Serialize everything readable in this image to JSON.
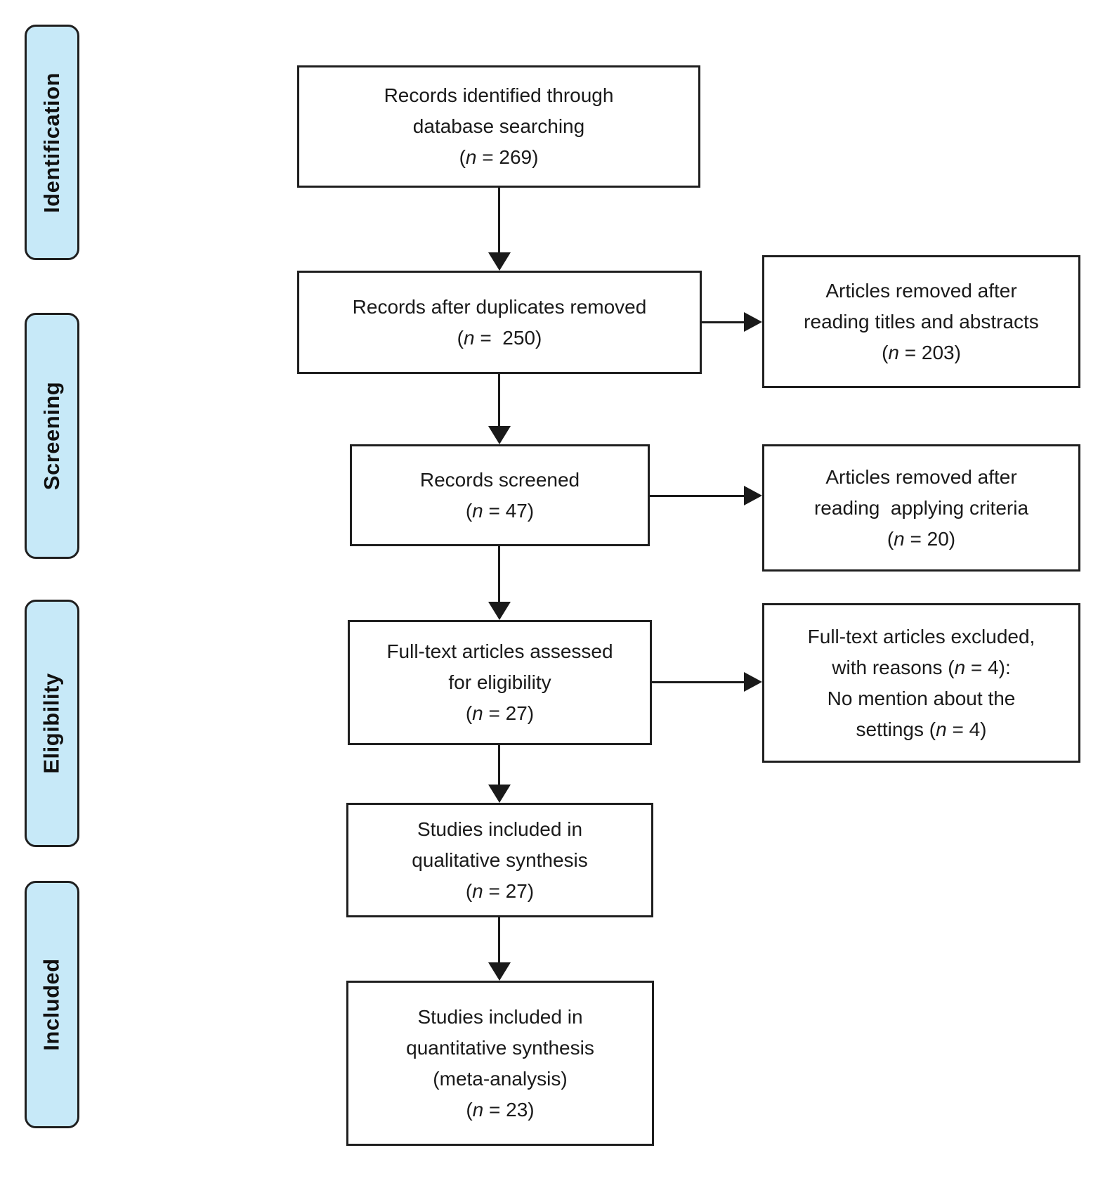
{
  "stages": [
    {
      "label": "Identification"
    },
    {
      "label": "Screening"
    },
    {
      "label": "Eligibility"
    },
    {
      "label": "Included"
    }
  ],
  "flow_boxes": [
    {
      "name": "records-identified",
      "lines": [
        {
          "pre": "Records identified through"
        },
        {
          "pre": "database searching"
        },
        {
          "pre": "(",
          "var": "n",
          "post": " = 269)"
        }
      ]
    },
    {
      "name": "records-after-duplicates",
      "lines": [
        {
          "pre": "Records after duplicates removed"
        },
        {
          "pre": "(",
          "var": "n",
          "post": " =  250)"
        }
      ]
    },
    {
      "name": "records-screened",
      "lines": [
        {
          "pre": "Records screened"
        },
        {
          "pre": "(",
          "var": "n",
          "post": " = 47)"
        }
      ]
    },
    {
      "name": "full-text-assessed",
      "lines": [
        {
          "pre": "Full-text articles assessed"
        },
        {
          "pre": "for eligibility"
        },
        {
          "pre": "(",
          "var": "n",
          "post": " = 27)"
        }
      ]
    },
    {
      "name": "qualitative-synthesis",
      "lines": [
        {
          "pre": "Studies included in"
        },
        {
          "pre": "qualitative synthesis"
        },
        {
          "pre": "(",
          "var": "n",
          "post": " = 27)"
        }
      ]
    },
    {
      "name": "quantitative-synthesis",
      "lines": [
        {
          "pre": "Studies included in"
        },
        {
          "pre": "quantitative synthesis"
        },
        {
          "pre": "(meta-analysis)"
        },
        {
          "pre": "(",
          "var": "n",
          "post": " = 23)"
        }
      ]
    }
  ],
  "exclusion_boxes": [
    {
      "name": "removed-titles-abstracts",
      "lines": [
        {
          "pre": "Articles removed after"
        },
        {
          "pre": "reading titles and abstracts"
        },
        {
          "pre": "(",
          "var": "n",
          "post": " = 203)"
        }
      ]
    },
    {
      "name": "removed-applying-criteria",
      "lines": [
        {
          "pre": "Articles removed after"
        },
        {
          "pre": "reading  applying criteria"
        },
        {
          "pre": "(",
          "var": "n",
          "post": " = 20)"
        }
      ]
    },
    {
      "name": "full-text-excluded",
      "lines": [
        {
          "pre": "Full-text articles excluded,"
        },
        {
          "pre": "with reasons (",
          "var": "n",
          "post": " = 4):"
        },
        {
          "pre": "No mention about the"
        },
        {
          "pre": "settings (",
          "var": "n",
          "post": " = 4)"
        }
      ]
    }
  ],
  "colors": {
    "stage_fill": "#c7e9f8",
    "box_border": "#1f1f1f",
    "arrow": "#1a1a1a",
    "background": "#ffffff"
  }
}
